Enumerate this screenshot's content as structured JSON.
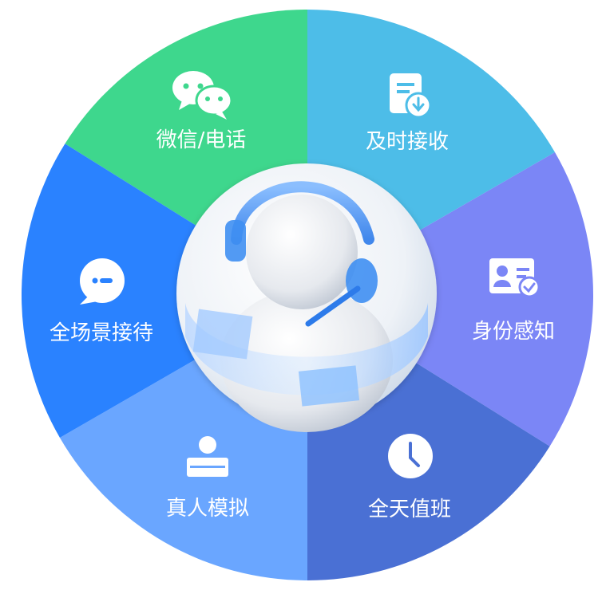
{
  "wheel": {
    "segments": [
      {
        "id": "wechat-phone",
        "label": "微信/电话",
        "color": "#3ed78d",
        "icon": "wechat-icon"
      },
      {
        "id": "instant-receive",
        "label": "及时接收",
        "color": "#4dbde8",
        "icon": "document-download-icon"
      },
      {
        "id": "identity-aware",
        "label": "身份感知",
        "color": "#7b86f6",
        "icon": "id-card-check-icon"
      },
      {
        "id": "all-day-duty",
        "label": "全天值班",
        "color": "#4a70d4",
        "icon": "clock-icon"
      },
      {
        "id": "human-simulation",
        "label": "真人模拟",
        "color": "#6aa6ff",
        "icon": "person-desk-icon"
      },
      {
        "id": "all-scene-reception",
        "label": "全场景接待",
        "color": "#2a82ff",
        "icon": "chat-bubble-icon"
      }
    ],
    "center": {
      "icon": "customer-service-headset-mascot-icon"
    }
  }
}
